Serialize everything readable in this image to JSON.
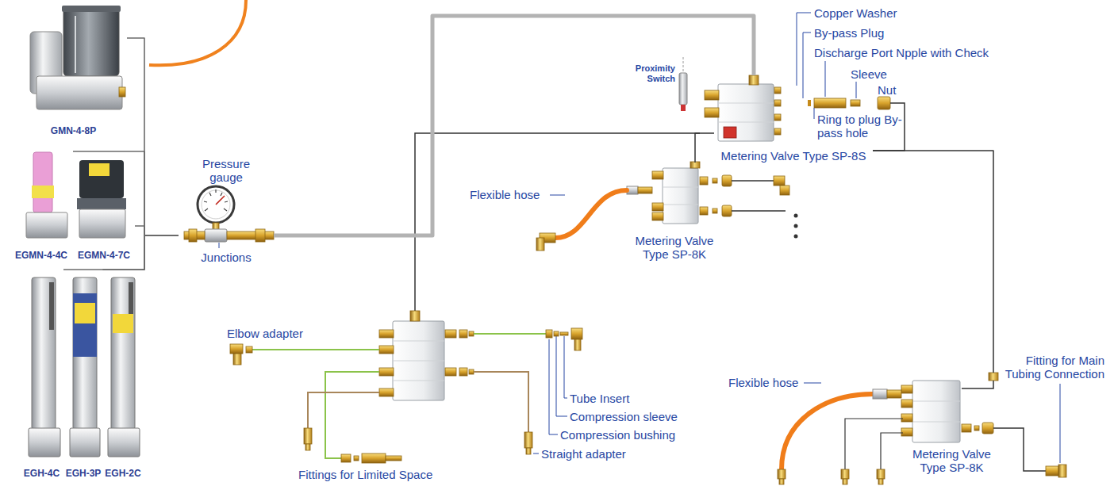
{
  "diagram": {
    "nodes": [
      {
        "text": [
          "GMN-4-8P"
        ]
      },
      {
        "text": [
          "EGMN-4-4C"
        ]
      },
      {
        "text": [
          "EGMN-4-7C"
        ]
      },
      {
        "text": [
          "EGH-4C"
        ]
      },
      {
        "text": [
          "EGH-3P"
        ]
      },
      {
        "text": [
          "EGH-2C"
        ]
      },
      {
        "text": [
          "Pressure gauge",
          "Junctions"
        ]
      },
      {
        "text": [
          "Metering Valve Type SP-8S"
        ]
      },
      {
        "text": [
          "Metering Valve Type SP-8K"
        ]
      },
      {
        "text": [
          "Metering Valve Type SP-8K"
        ]
      }
    ],
    "edges": [
      {
        "from": 0,
        "to": 6,
        "arrow": "none"
      },
      {
        "from": 1,
        "to": 6,
        "arrow": "none"
      },
      {
        "from": 2,
        "to": 6,
        "arrow": "none"
      },
      {
        "from": 3,
        "to": 6,
        "arrow": "none"
      },
      {
        "from": 4,
        "to": 6,
        "arrow": "none"
      },
      {
        "from": 5,
        "to": 6,
        "arrow": "none"
      },
      {
        "from": 6,
        "to": 7,
        "arrow": "none"
      },
      {
        "from": 7,
        "to": 8,
        "arrow": "none"
      },
      {
        "from": 7,
        "to": 9,
        "arrow": "none"
      }
    ],
    "labels": [
      "Proximity Switch",
      "Copper Washer",
      "By-pass Plug",
      "Discharge Port Npple with Check",
      "Sleeve",
      "Nut",
      "Ring to plug By-pass hole",
      "Flexible hose",
      "Elbow adapter",
      "Tube Insert",
      "Compression sleeve",
      "Compression bushing",
      "Straight adapter",
      "Fittings for Limited Space",
      "Flexible hose",
      "Fitting for Main Tubing Connection"
    ]
  }
}
